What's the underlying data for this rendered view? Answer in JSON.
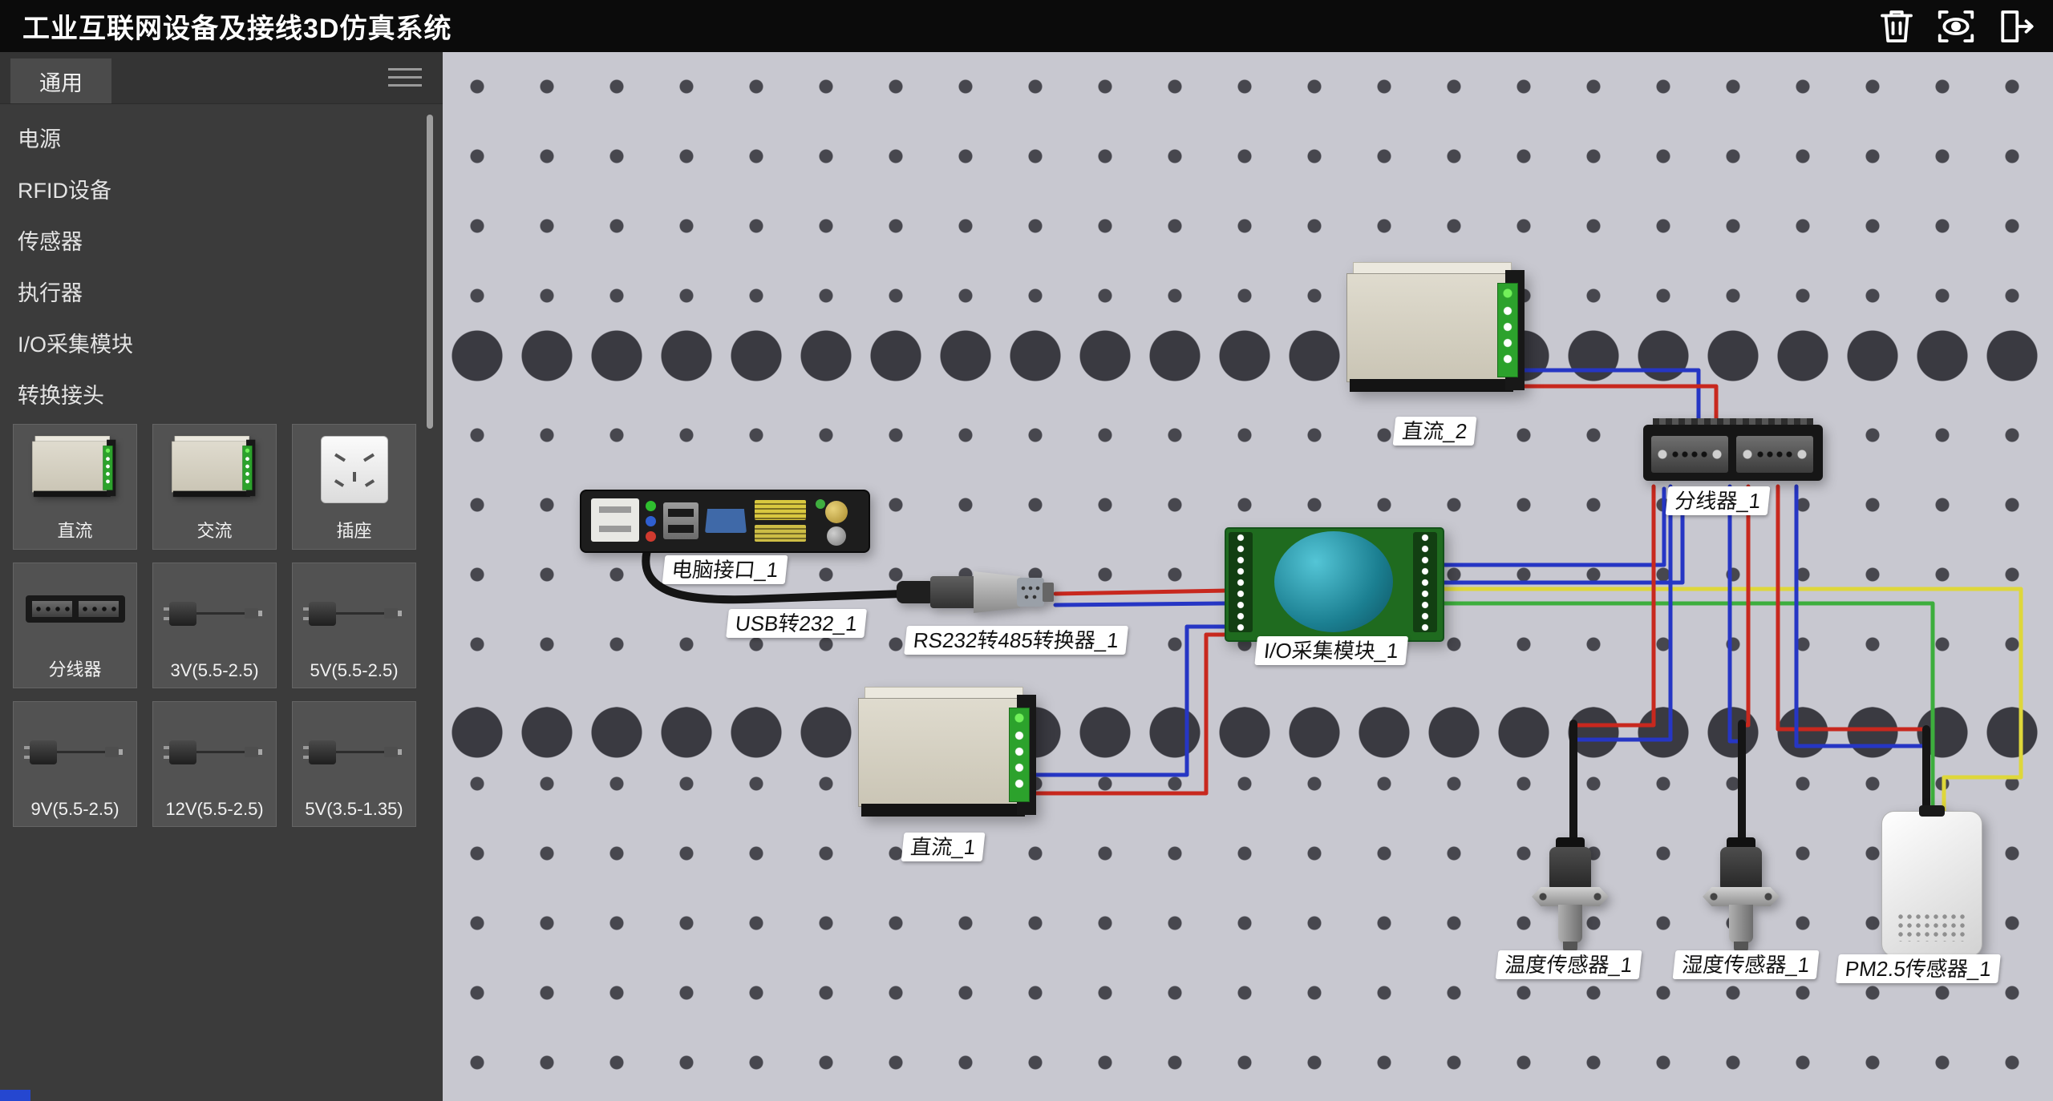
{
  "app": {
    "title": "工业互联网设备及接线3D仿真系统"
  },
  "toolbar": {
    "icons": [
      "delete-icon",
      "view-icon",
      "exit-icon"
    ]
  },
  "sidebar": {
    "tab_label": "通用",
    "menu_items": [
      "电源",
      "RFID设备",
      "传感器",
      "执行器",
      "I/O采集模块",
      "转换接头"
    ],
    "cards": [
      {
        "label": "直流"
      },
      {
        "label": "交流"
      },
      {
        "label": "插座"
      },
      {
        "label": "分线器"
      },
      {
        "label": "3V(5.5-2.5)"
      },
      {
        "label": "5V(5.5-2.5)"
      },
      {
        "label": "9V(5.5-2.5)"
      },
      {
        "label": "12V(5.5-2.5)"
      },
      {
        "label": "5V(3.5-1.35)"
      }
    ]
  },
  "canvas": {
    "device_labels": {
      "dc2": "直流_2",
      "splitter1": "分线器_1",
      "pc1": "电脑接口_1",
      "usb232": "USB转232_1",
      "rs485": "RS232转485转换器_1",
      "io1": "I/O采集模块_1",
      "dc1": "直流_1",
      "temp1": "温度传感器_1",
      "hum1": "湿度传感器_1",
      "pm25": "PM2.5传感器_1"
    },
    "wire_colors": {
      "red": "#c8281e",
      "blue": "#2636c4",
      "green": "#3dae3d",
      "yellow": "#ded73a",
      "black": "#151515"
    }
  }
}
